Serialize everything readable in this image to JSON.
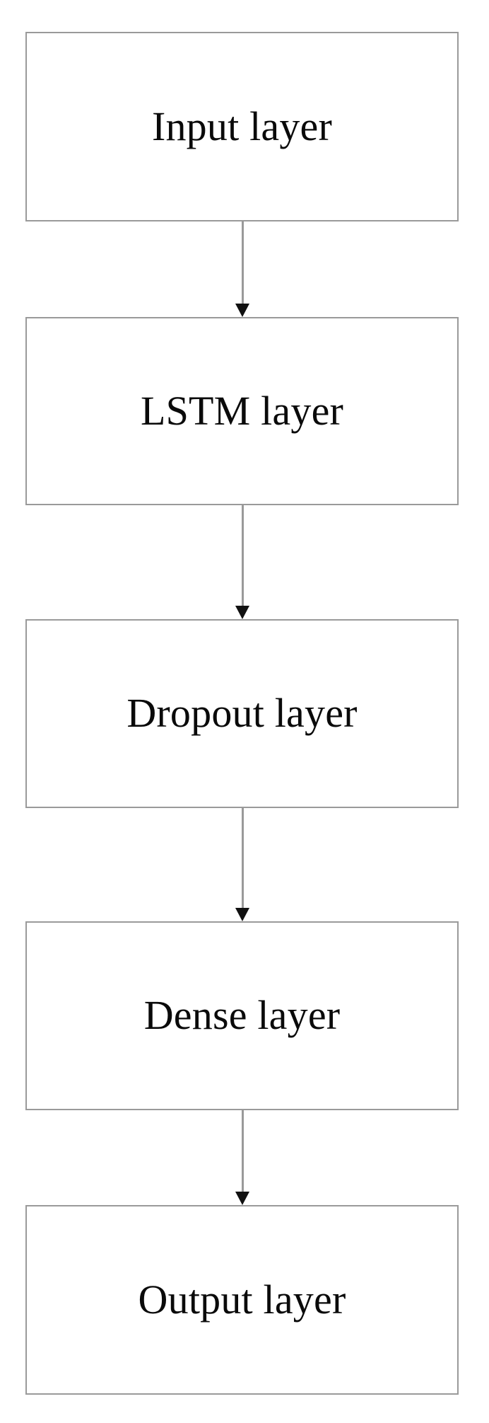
{
  "diagram": {
    "type": "flowchart",
    "orientation": "vertical-top-to-bottom",
    "background_color": "#ffffff",
    "node_border_color": "#9a9a9a",
    "node_fill_color": "#ffffff",
    "text_color": "#0a0a0a",
    "connector_line_color": "#9a9a9a",
    "arrowhead_color": "#111111",
    "nodes": [
      {
        "id": "input",
        "label": "Input layer"
      },
      {
        "id": "lstm",
        "label": "LSTM layer"
      },
      {
        "id": "dropout",
        "label": "Dropout layer"
      },
      {
        "id": "dense",
        "label": "Dense layer"
      },
      {
        "id": "output",
        "label": "Output layer"
      }
    ],
    "connectors": [
      {
        "id": "c0",
        "from": "input",
        "to": "lstm",
        "arrow": "down-arrow-icon"
      },
      {
        "id": "c1",
        "from": "lstm",
        "to": "dropout",
        "arrow": "down-arrow-icon"
      },
      {
        "id": "c2",
        "from": "dropout",
        "to": "dense",
        "arrow": "down-arrow-icon"
      },
      {
        "id": "c3",
        "from": "dense",
        "to": "output",
        "arrow": "down-arrow-icon"
      }
    ]
  }
}
